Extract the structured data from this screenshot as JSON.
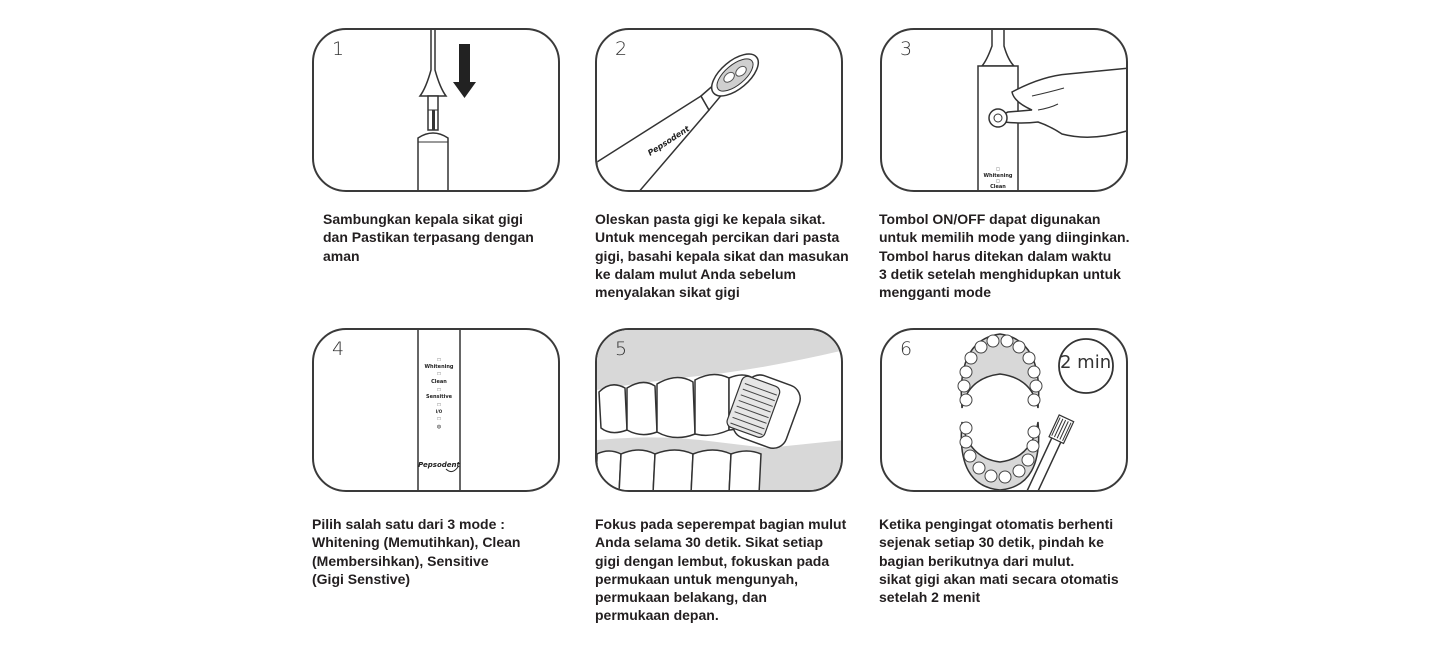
{
  "steps": [
    {
      "number": "1",
      "caption": "Sambungkan kepala sikat gigi\ndan Pastikan terpasang dengan\naman"
    },
    {
      "number": "2",
      "caption": "Oleskan pasta gigi ke kepala sikat.\nUntuk mencegah percikan dari pasta\ngigi, basahi kepala sikat dan masukan\nke dalam mulut Anda sebelum\nmenyalakan sikat gigi"
    },
    {
      "number": "3",
      "caption": "Tombol ON/OFF dapat digunakan\nuntuk memilih mode yang diinginkan.\nTombol harus ditekan dalam waktu\n3 detik setelah menghidupkan untuk\nmengganti mode"
    },
    {
      "number": "4",
      "caption": "Pilih salah satu dari 3 mode :\nWhitening (Memutihkan), Clean\n(Membersihkan),  Sensitive\n(Gigi Senstive)"
    },
    {
      "number": "5",
      "caption": "Fokus pada seperempat bagian mulut\nAnda selama 30 detik. Sikat setiap\ngigi dengan lembut, fokuskan pada\npermukaan untuk mengunyah,\npermukaan belakang, dan\npermukaan depan."
    },
    {
      "number": "6",
      "caption": "Ketika pengingat otomatis berhenti\nsejenak setiap 30 detik, pindah ke\nbagian berikutnya dari mulut.\nsikat gigi akan mati secara otomatis\nsetelah 2 menit"
    }
  ],
  "device": {
    "brand": "Pepsodent",
    "modes": [
      "Whitening",
      "Clean",
      "Sensitive",
      "Off"
    ],
    "step3_labels": [
      "Whitening",
      "Clean"
    ]
  },
  "timer": {
    "label": "2 min"
  },
  "colors": {
    "line": "#3a3a3a",
    "text": "#231f20",
    "shade": "#d6d6d6"
  }
}
